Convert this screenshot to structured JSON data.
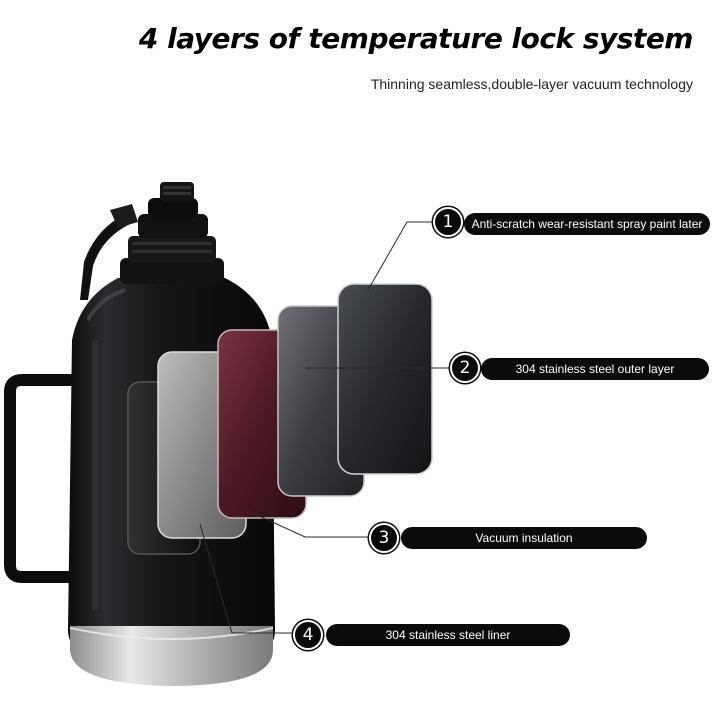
{
  "header": {
    "title": "4 layers of temperature lock system",
    "subtitle": "Thinning seamless,double-layer vacuum technology"
  },
  "layers": [
    {
      "number": "1",
      "label": "Anti-scratch wear-resistant spray paint later"
    },
    {
      "number": "2",
      "label": "304 stainless steel outer layer"
    },
    {
      "number": "3",
      "label": "Vacuum insulation"
    },
    {
      "number": "4",
      "label": "304 stainless steel liner"
    }
  ],
  "colors": {
    "bottle_body": "#141416",
    "steel_base": "#c9c9c9",
    "vacuum_layer": "#5a1e2a",
    "paint_layer": "#2a2c30",
    "liner_layer": "#8c8c8c",
    "pill_background": "#0b0b0b"
  }
}
